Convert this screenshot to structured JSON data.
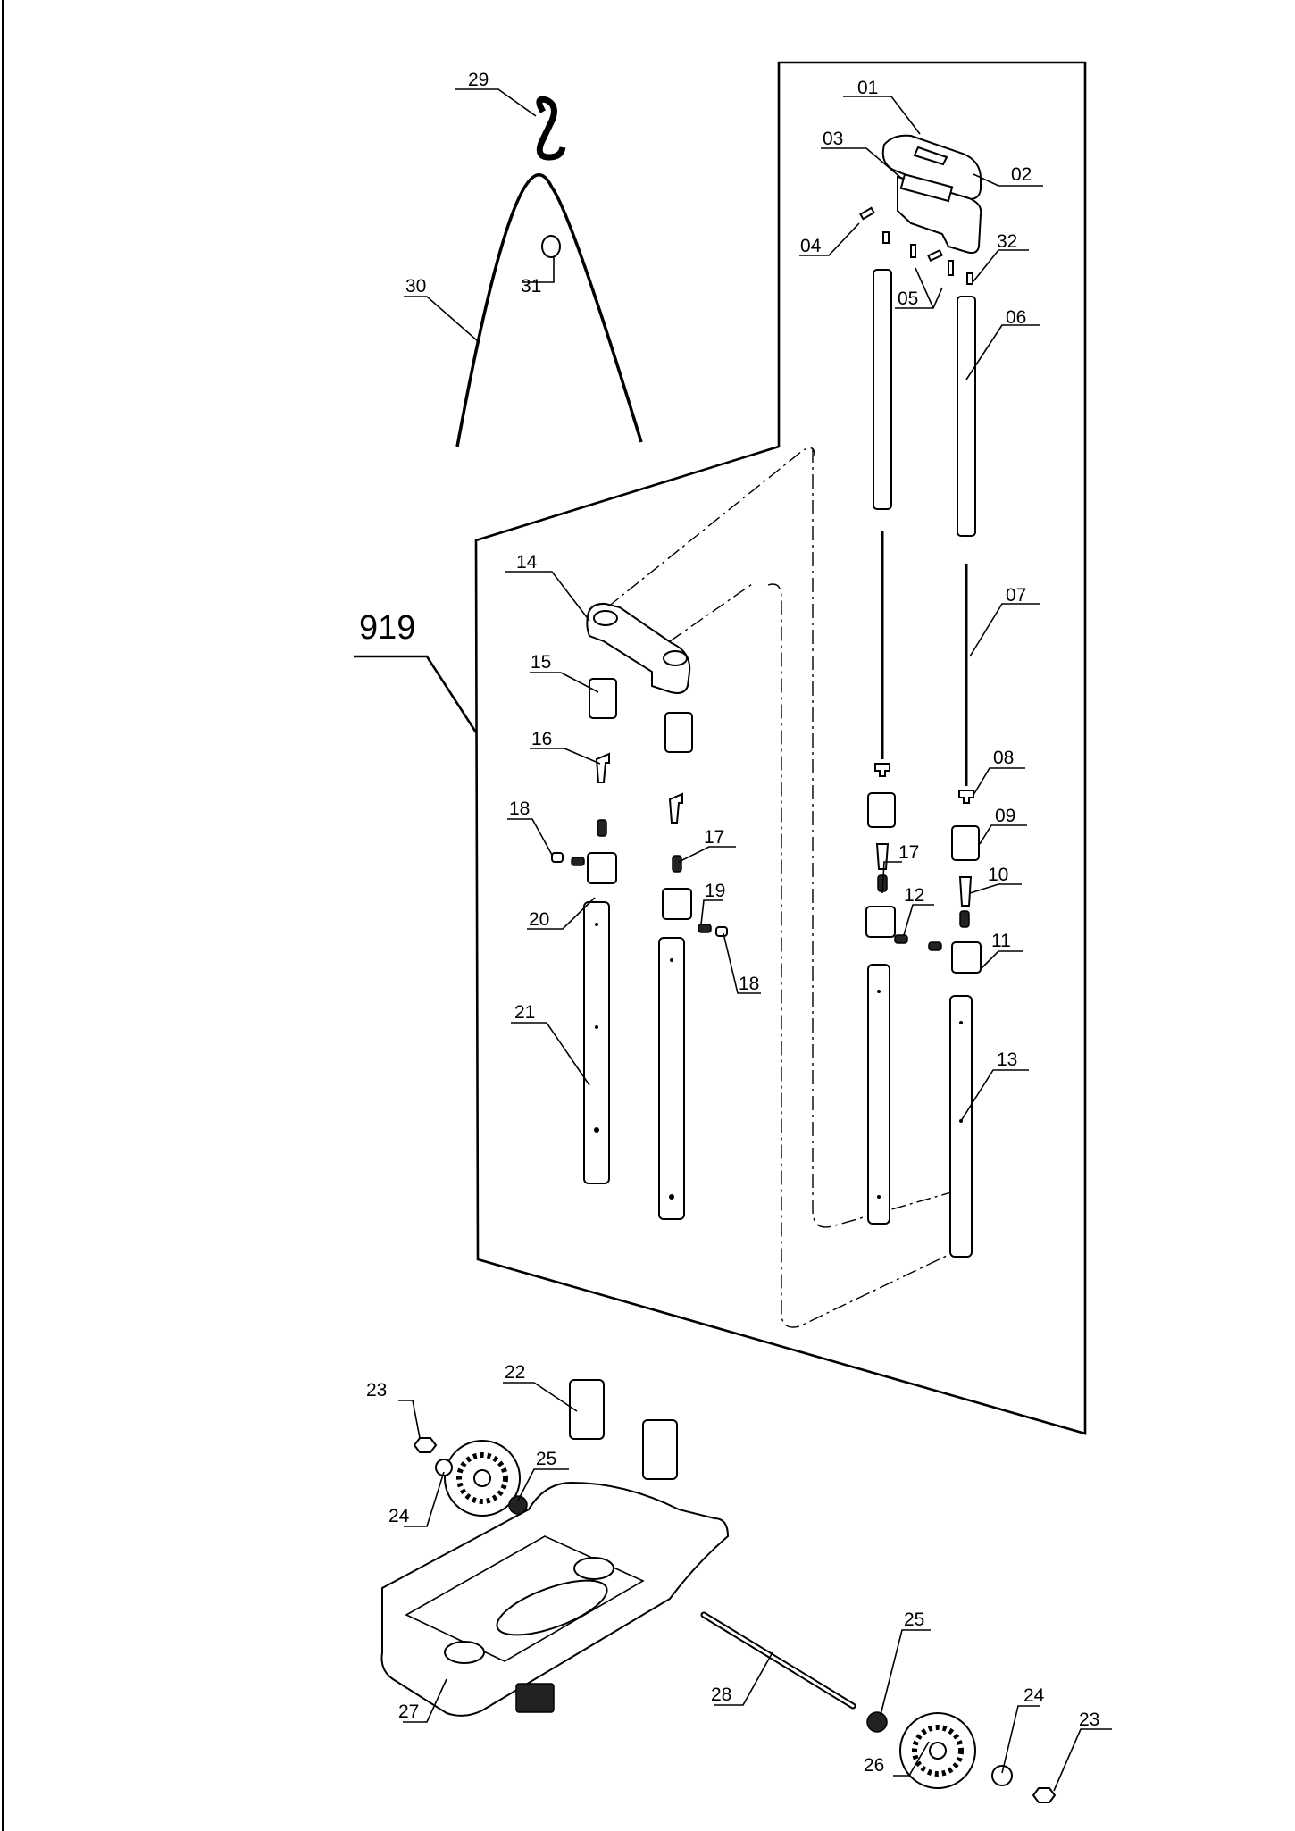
{
  "diagram": {
    "assembly_label": "919",
    "parts": [
      {
        "id": "01",
        "label": "01"
      },
      {
        "id": "02",
        "label": "02"
      },
      {
        "id": "03",
        "label": "03"
      },
      {
        "id": "04",
        "label": "04"
      },
      {
        "id": "05",
        "label": "05"
      },
      {
        "id": "06",
        "label": "06"
      },
      {
        "id": "07",
        "label": "07"
      },
      {
        "id": "08",
        "label": "08"
      },
      {
        "id": "09",
        "label": "09"
      },
      {
        "id": "10",
        "label": "10"
      },
      {
        "id": "11",
        "label": "11"
      },
      {
        "id": "12",
        "label": "12"
      },
      {
        "id": "13",
        "label": "13"
      },
      {
        "id": "14",
        "label": "14"
      },
      {
        "id": "15",
        "label": "15"
      },
      {
        "id": "16",
        "label": "16"
      },
      {
        "id": "17a",
        "label": "17"
      },
      {
        "id": "17b",
        "label": "17"
      },
      {
        "id": "18a",
        "label": "18"
      },
      {
        "id": "18b",
        "label": "18"
      },
      {
        "id": "19",
        "label": "19"
      },
      {
        "id": "20",
        "label": "20"
      },
      {
        "id": "21",
        "label": "21"
      },
      {
        "id": "22",
        "label": "22"
      },
      {
        "id": "23a",
        "label": "23"
      },
      {
        "id": "23b",
        "label": "23"
      },
      {
        "id": "24a",
        "label": "24"
      },
      {
        "id": "24b",
        "label": "24"
      },
      {
        "id": "25a",
        "label": "25"
      },
      {
        "id": "25b",
        "label": "25"
      },
      {
        "id": "26",
        "label": "26"
      },
      {
        "id": "27",
        "label": "27"
      },
      {
        "id": "28",
        "label": "28"
      },
      {
        "id": "29",
        "label": "29"
      },
      {
        "id": "30",
        "label": "30"
      },
      {
        "id": "31",
        "label": "31"
      },
      {
        "id": "32",
        "label": "32"
      }
    ]
  }
}
